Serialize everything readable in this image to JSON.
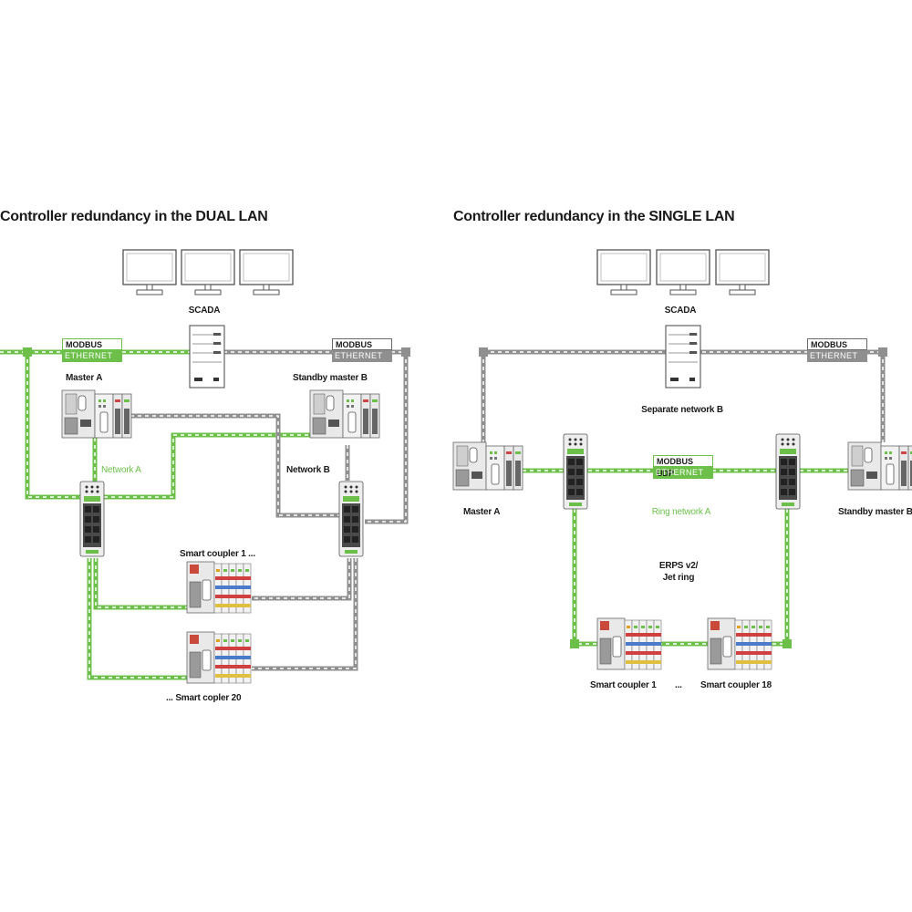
{
  "dual": {
    "title": "Controller redundancy in the DUAL LAN",
    "scada": "SCADA",
    "master_a": "Master A",
    "standby_b": "Standby master B",
    "network_a": "Network A",
    "network_b": "Network B",
    "coupler_1": "Smart coupler 1 ...",
    "coupler_20": "... Smart copler 20",
    "badge_left": {
      "top": "MODBUS",
      "bottom": "ETHERNET"
    },
    "badge_right": {
      "top": "MODBUS",
      "bottom": "ETHERNET"
    }
  },
  "single": {
    "title": "Controller redundancy in the SINGLE LAN",
    "scada": "SCADA",
    "separate_network": "Separate network B",
    "master_a": "Master A",
    "standby_b": "Standby master B",
    "ring_network": "Ring network A",
    "erps": "ERPS v2/\nJet ring",
    "coupler_1": "Smart coupler 1",
    "ellipsis": "...",
    "coupler_18": "Smart coupler 18",
    "badge_right": {
      "top": "MODBUS",
      "bottom": "ETHERNET"
    },
    "badge_center": {
      "top": "MODBUS UDP",
      "bottom": "ETHERNET"
    }
  },
  "colors": {
    "green": "#6cc04a",
    "gray": "#8f8f8f",
    "device": "#e6e6e6",
    "dark": "#3a3a3a"
  }
}
